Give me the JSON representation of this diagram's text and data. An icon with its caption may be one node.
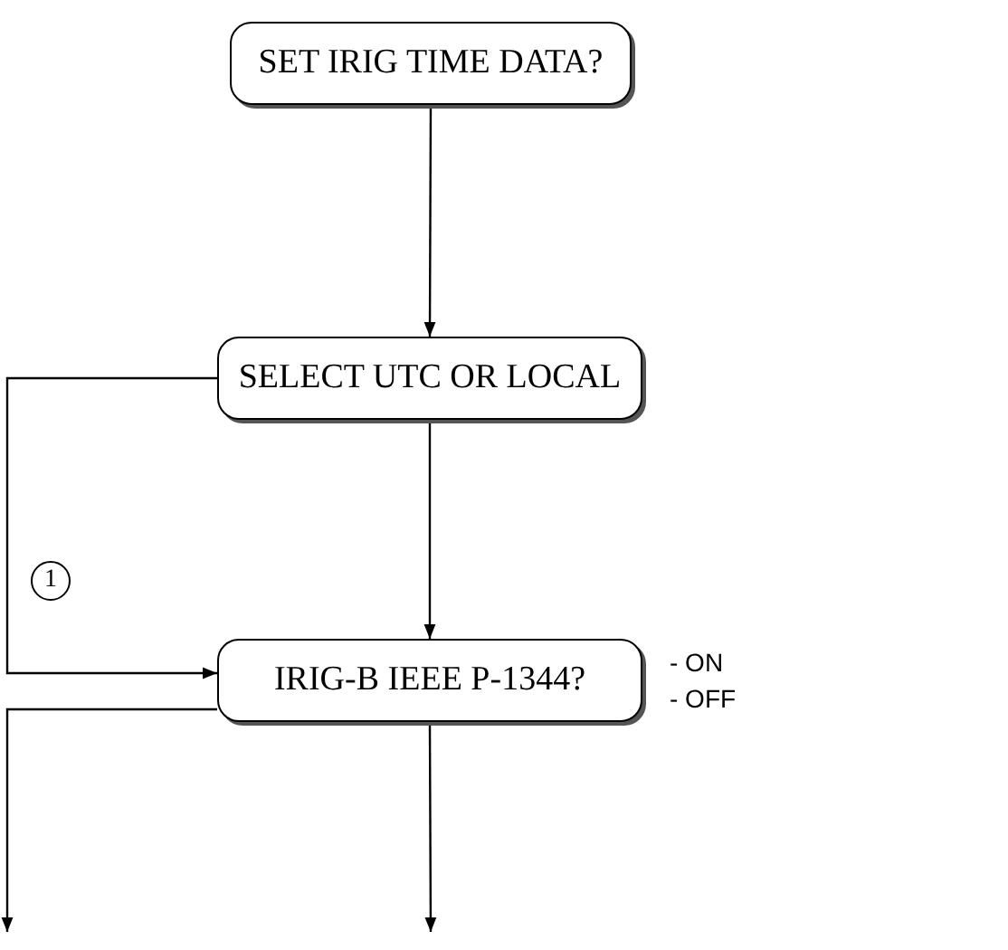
{
  "diagram": {
    "nodes": [
      {
        "text": [
          "SET IRIG TIME DATA?"
        ]
      },
      {
        "text": [
          "SELECT UTC OR LOCAL"
        ]
      },
      {
        "text": [
          "IRIG-B IEEE P-1344?"
        ],
        "beside": [
          "- ON",
          "- OFF"
        ]
      }
    ],
    "edges": [
      {
        "from": 0,
        "to": 1,
        "arrow": "to"
      },
      {
        "from": 1,
        "to": 2,
        "arrow": "to"
      },
      {
        "from": 1,
        "to": 2,
        "arrow": "to"
      },
      {
        "from": 2,
        "to": null,
        "arrow": "to"
      },
      {
        "from": 2,
        "to": null,
        "arrow": "to"
      }
    ],
    "labels": [
      "1"
    ]
  }
}
